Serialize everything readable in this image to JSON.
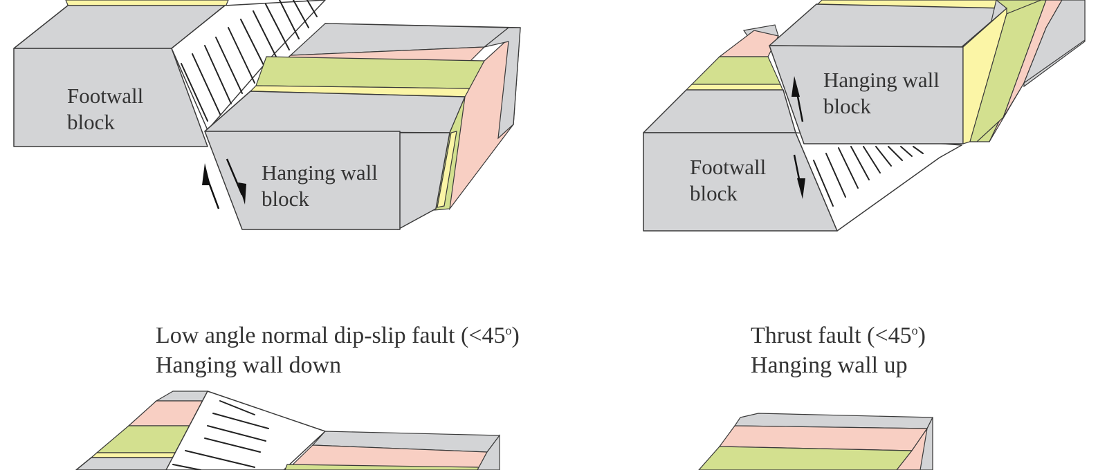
{
  "colors": {
    "rock_grey": "#d3d4d6",
    "layer_pink": "#f8cfc3",
    "layer_green": "#d3e08f",
    "layer_yellow": "#fbf5a6",
    "outline": "#3a3a3a"
  },
  "diagram_top_left": {
    "footwall_line1": "Footwall",
    "footwall_line2": "block",
    "hanging_line1": "Hanging wall",
    "hanging_line2": "block"
  },
  "diagram_top_right": {
    "footwall_line1": "Footwall",
    "footwall_line2": "block",
    "hanging_line1": "Hanging wall",
    "hanging_line2": "block"
  },
  "caption_bottom_left": {
    "line1": "Low angle normal dip-slip fault (<45",
    "degree": "o",
    "line1_end": ")",
    "line2": "Hanging wall down"
  },
  "caption_bottom_right": {
    "line1": "Thrust fault (<45",
    "degree": "o",
    "line1_end": ")",
    "line2": "Hanging wall up"
  }
}
